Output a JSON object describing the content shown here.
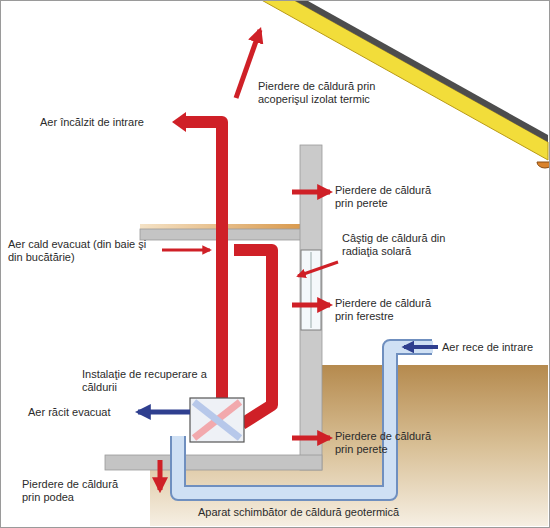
{
  "diagram": {
    "labels": [
      "Pierdere de căldură prin acoperişul izolat termic",
      "Aer încălzit de intrare",
      "Pierdere de căldură prin perete",
      "Aer cald evacuat (din baie şi din bucătărie)",
      "Câştig de căldură din radiaţia solară",
      "Pierdere de căldură prin ferestre",
      "Aer rece de intrare",
      "Instalaţie de recuperare a căldurii",
      "Aer răcit evacuat",
      "Pierdere de căldură prin perete",
      "Pierdere de căldură prin podea",
      "Aparat schimbător de căldură geotermică"
    ]
  }
}
